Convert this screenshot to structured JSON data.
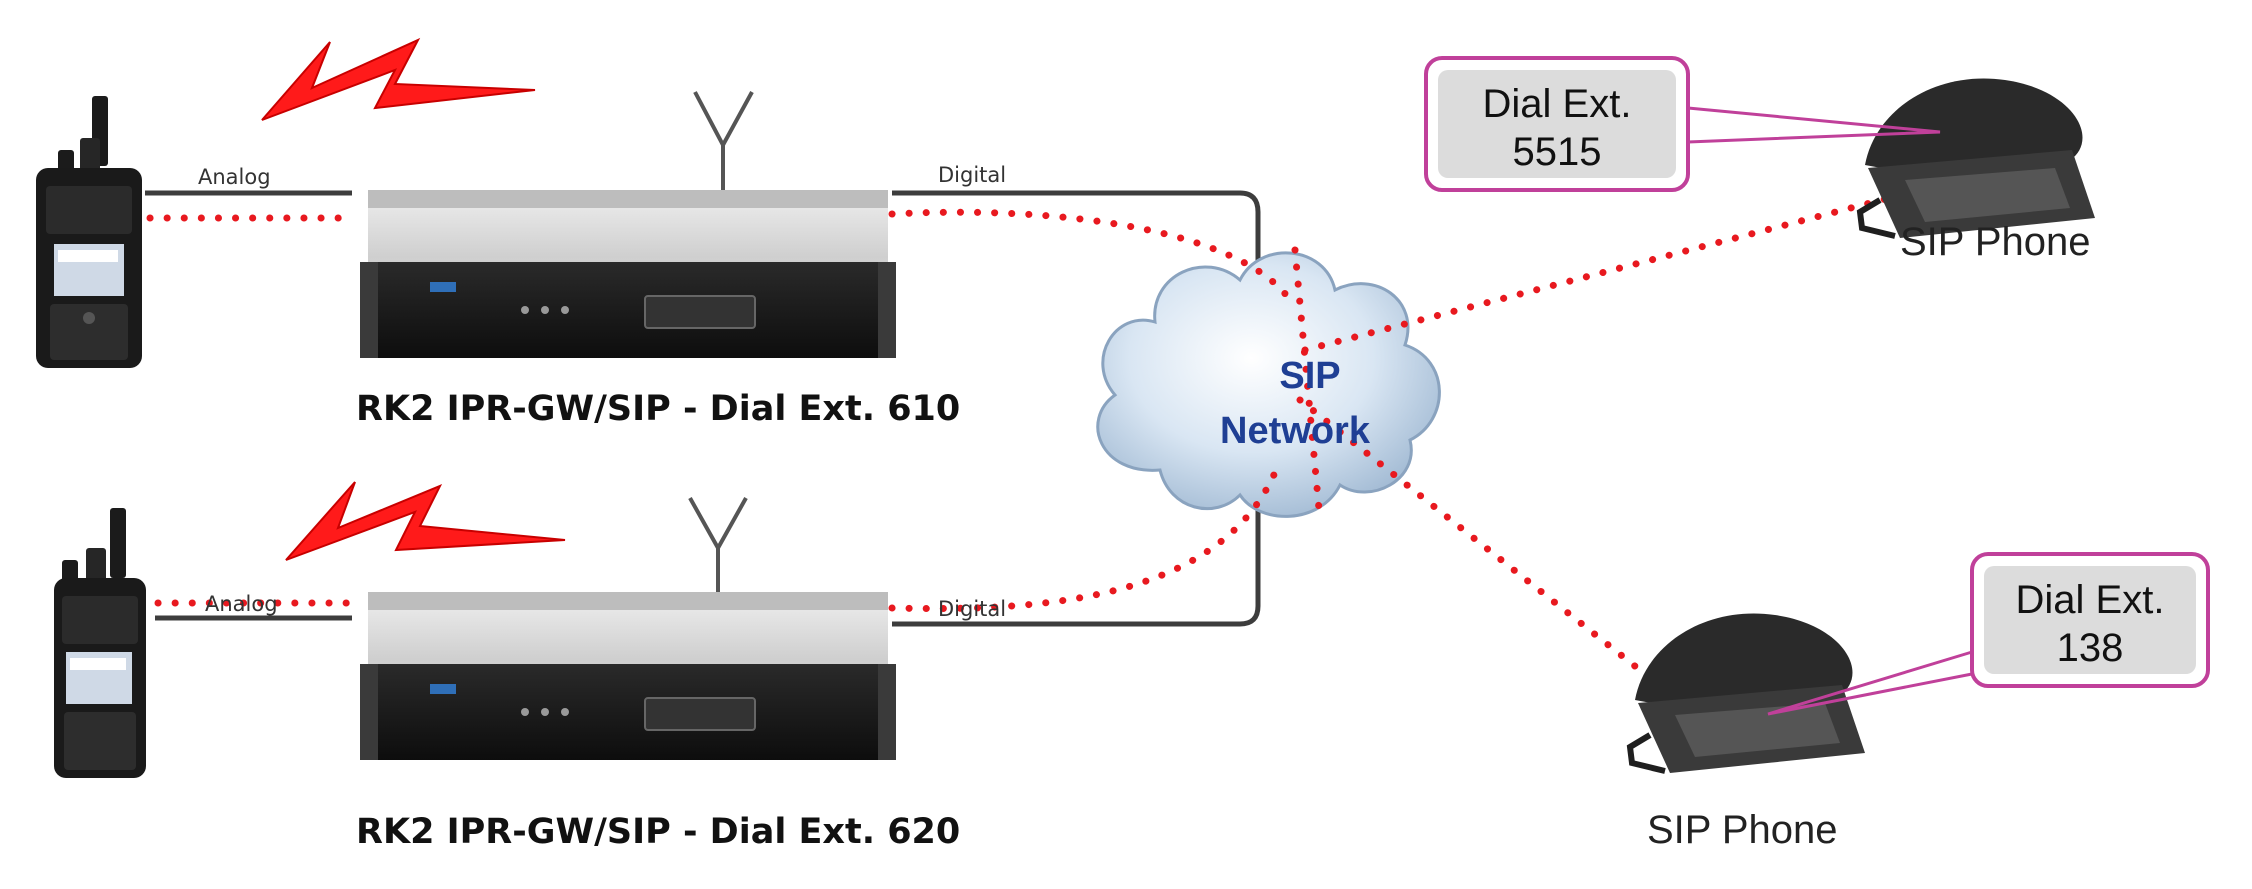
{
  "links": {
    "analog_top": "Analog",
    "analog_bottom": "Analog",
    "digital_top": "Digital",
    "digital_bottom": "Digital"
  },
  "gateways": [
    {
      "label": "RK2 IPR-GW/SIP - Dial Ext. 610"
    },
    {
      "label": "RK2 IPR-GW/SIP - Dial Ext. 620"
    }
  ],
  "cloud": {
    "line1": "SIP",
    "line2": "Network"
  },
  "phones": [
    {
      "label": "SIP Phone",
      "callout_line1": "Dial Ext.",
      "callout_line2": "5515"
    },
    {
      "label": "SIP Phone",
      "callout_line1": "Dial Ext.",
      "callout_line2": "138"
    }
  ],
  "colors": {
    "signal_dots": "#e8191f",
    "lightning": "#ff1a1a",
    "callout_border": "#c0409a",
    "callout_fill": "#dcdcdc",
    "cloud_text": "#1f3f94"
  }
}
